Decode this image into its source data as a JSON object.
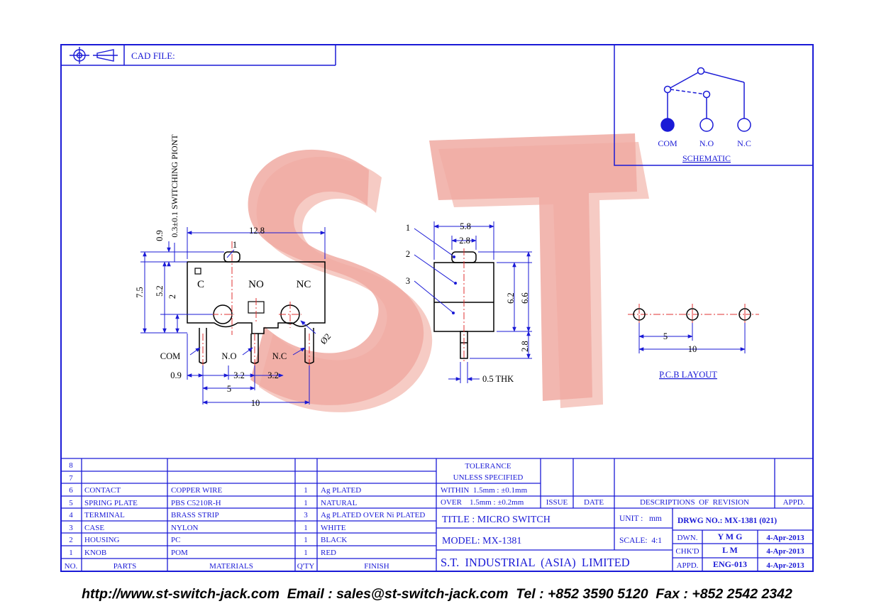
{
  "header": {
    "cad_file_label": "CAD FILE:"
  },
  "schematic": {
    "com": "COM",
    "no": "N.O",
    "nc": "N.C",
    "title": "SCHEMATIC"
  },
  "side_view": {
    "d_12_8": "12.8",
    "d_0_9_top": "0.9",
    "switching_point": "0.3±0.1 SWITCHING PIONT",
    "d_7_5": "7.5",
    "d_5_2": "5.2",
    "d_2": "2",
    "pin_c": "C",
    "pin_no": "NO",
    "pin_nc": "NC",
    "callout_1": "1",
    "d_phi2": "Ø2",
    "com": "COM",
    "no": "N.O",
    "nc": "N.C",
    "d_0_9": "0.9",
    "d_3_2a": "3.2",
    "d_3_2b": "3.2",
    "d_5": "5",
    "d_10": "10"
  },
  "front_view": {
    "callout_1": "1",
    "callout_2": "2",
    "callout_3": "3",
    "d_5_8": "5.8",
    "d_2_8_top": "2.8",
    "d_6_2": "6.2",
    "d_6_6": "6.6",
    "d_2_8": "2.8",
    "thk": "0.5 THK"
  },
  "pcb": {
    "d_5": "5",
    "d_10": "10",
    "title": "P.C.B LAYOUT"
  },
  "bom": {
    "rows": [
      {
        "no": "8",
        "part": "",
        "material": "",
        "qty": "",
        "finish": ""
      },
      {
        "no": "7",
        "part": "",
        "material": "",
        "qty": "",
        "finish": ""
      },
      {
        "no": "6",
        "part": "CONTACT",
        "material": "COPPER WIRE",
        "qty": "1",
        "finish": "Ag PLATED"
      },
      {
        "no": "5",
        "part": "SPRING PLATE",
        "material": "PBS C5210R-H",
        "qty": "1",
        "finish": "NATURAL"
      },
      {
        "no": "4",
        "part": "TERMINAL",
        "material": "BRASS STRIP",
        "qty": "3",
        "finish": "Ag PLATED OVER Ni PLATED"
      },
      {
        "no": "3",
        "part": "CASE",
        "material": "NYLON",
        "qty": "1",
        "finish": "WHITE"
      },
      {
        "no": "2",
        "part": "HOUSING",
        "material": "PC",
        "qty": "1",
        "finish": "BLACK"
      },
      {
        "no": "1",
        "part": "KNOB",
        "material": "POM",
        "qty": "1",
        "finish": "RED"
      }
    ],
    "h_no": "NO.",
    "h_parts": "PARTS",
    "h_materials": "MATERIALS",
    "h_qty": "Q'TY",
    "h_finish": "FINISH"
  },
  "tolerance": {
    "l1": "TOLERANCE",
    "l2": "UNLESS   SPECIFIED",
    "within": "WITHIN  1.5mm : ±0.1mm",
    "over": "OVER    1.5mm : ±0.2mm"
  },
  "revision": {
    "issue": "ISSUE",
    "date": "DATE",
    "desc": "DESCRIPTIONS  OF  REVISION",
    "appd": "APPD."
  },
  "title_block": {
    "title": "TITLE : MICRO SWITCH",
    "model": "MODEL: MX-1381",
    "company": "S.T.  INDUSTRIAL  (ASIA)  LIMITED",
    "unit": "UNIT :   mm",
    "scale": "SCALE:  4:1",
    "drwg": "DRWG NO.: MX-1381 (021)",
    "dwn": "DWN.",
    "dwn_name": "Y M G",
    "dwn_date": "4-Apr-2013",
    "chkd": "CHK'D",
    "chkd_name": "L M",
    "chkd_date": "4-Apr-2013",
    "appd": "APPD.",
    "appd_name": "ENG-013",
    "appd_date": "4-Apr-2013"
  },
  "footer": {
    "text": "http://www.st-switch-jack.com  Email : sales@st-switch-jack.com  Tel : +852 3590 5120  Fax : +852 2542 2342"
  },
  "colors": {
    "line": "#1a1ad6",
    "center": "#e03030",
    "watermark": "#f2b6b0"
  }
}
